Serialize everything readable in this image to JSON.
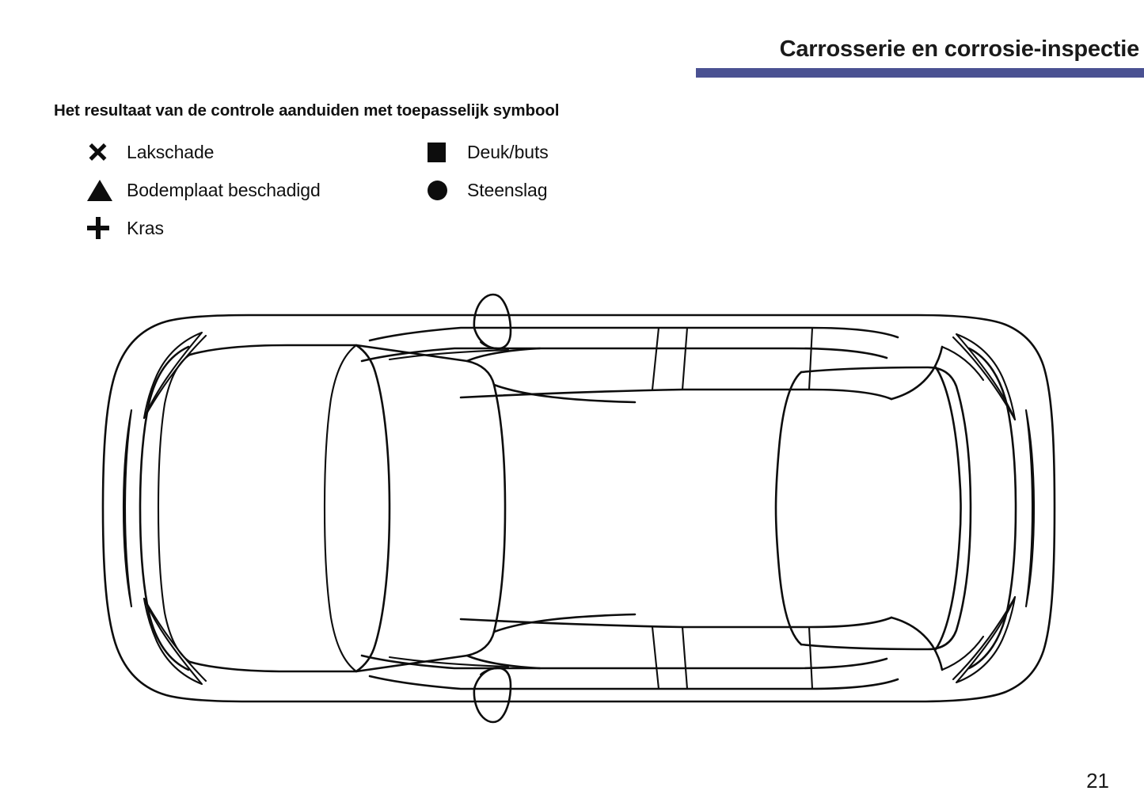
{
  "header": {
    "title": "Carrosserie en corrosie-inspectie",
    "rule_color": "#4a5192"
  },
  "instruction": "Het resultaat van de controle aanduiden met toepasselijk symbool",
  "legend": {
    "left_column": [
      {
        "symbol": "x-cross-symbol",
        "label": "Lakschade"
      },
      {
        "symbol": "filled-triangle-symbol",
        "label": "Bodemplaat beschadigd"
      },
      {
        "symbol": "plus-symbol",
        "label": "Kras"
      }
    ],
    "right_column": [
      {
        "symbol": "filled-square-symbol",
        "label": "Deuk/buts"
      },
      {
        "symbol": "filled-circle-symbol",
        "label": "Steenslag"
      }
    ]
  },
  "diagram": {
    "name": "car-top-view-outline",
    "description": "Top view line drawing of a passenger car",
    "stroke_color": "#0d0d0d",
    "fill_color": "#ffffff"
  },
  "footer": {
    "page_number": "21"
  }
}
